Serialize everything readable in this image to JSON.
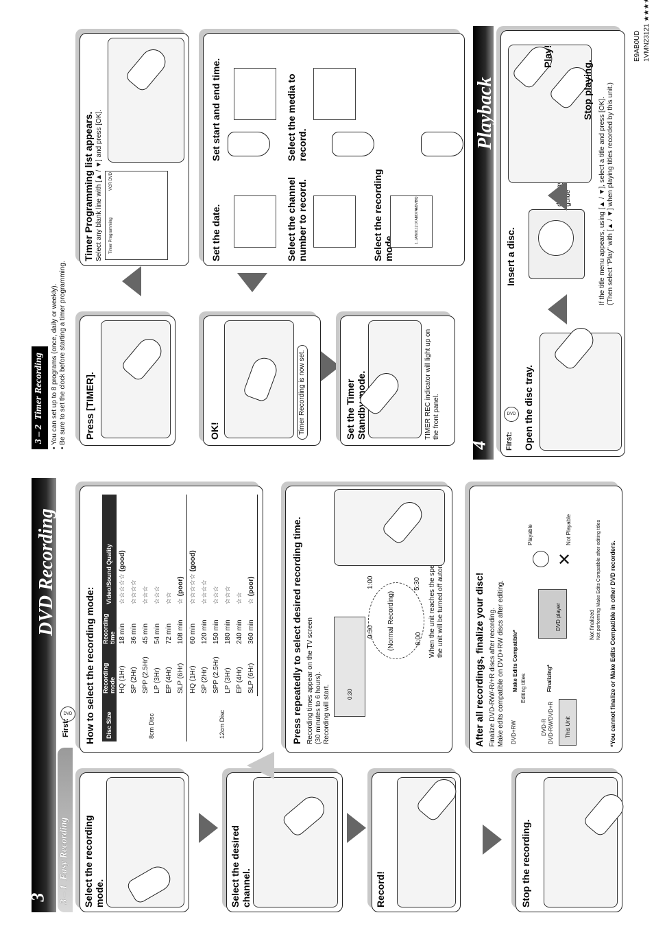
{
  "section3": {
    "number": "3",
    "title": "DVD Recording",
    "sub1_number": "3 – 1",
    "sub1_title": "Easy Recording",
    "first_label": "First:",
    "steps": [
      "Select the recording mode.",
      "Select the desired channel.",
      "Record!",
      "Stop the recording."
    ],
    "howto": {
      "title": "How to select the recording mode:",
      "headers": [
        "Disc Size",
        "Recording mode",
        "Recording time",
        "Video/Sound Quality"
      ],
      "disc_8": "8cm Disc",
      "disc_12": "12cm Disc",
      "rows8": [
        {
          "mode": "HQ  (1Hr)",
          "time": "18 min",
          "quality": "☆☆☆☆☆",
          "note": "(good)"
        },
        {
          "mode": "SP  (2Hr)",
          "time": "36 min",
          "quality": "☆☆☆☆",
          "note": ""
        },
        {
          "mode": "SPP (2.5Hr)",
          "time": "45 min",
          "quality": "☆☆☆",
          "note": ""
        },
        {
          "mode": "LP  (3Hr)",
          "time": "54 min",
          "quality": "☆☆☆",
          "note": ""
        },
        {
          "mode": "EP  (4Hr)",
          "time": "72 min",
          "quality": "☆☆",
          "note": ""
        },
        {
          "mode": "SLP (6Hr)",
          "time": "108 min",
          "quality": "☆",
          "note": "(poor)"
        }
      ],
      "rows12": [
        {
          "mode": "HQ  (1Hr)",
          "time": "60 min",
          "quality": "☆☆☆☆☆",
          "note": "(good)"
        },
        {
          "mode": "SP  (2Hr)",
          "time": "120 min",
          "quality": "☆☆☆☆",
          "note": ""
        },
        {
          "mode": "SPP (2.5Hr)",
          "time": "150 min",
          "quality": "☆☆☆",
          "note": ""
        },
        {
          "mode": "LP  (3Hr)",
          "time": "180 min",
          "quality": "☆☆☆",
          "note": ""
        },
        {
          "mode": "EP  (4Hr)",
          "time": "240 min",
          "quality": "☆☆",
          "note": ""
        },
        {
          "mode": "SLP (6Hr)",
          "time": "360 min",
          "quality": "☆",
          "note": "(poor)"
        }
      ]
    },
    "press": {
      "title": "Press repeatedly to select desired recording time.",
      "line1": "Recording times appear on the TV screen",
      "line2": "(30 minutes to 6 hours).",
      "line3": "Recording will start.",
      "normal": "(Normal Recording)",
      "times": [
        "0:30",
        "1:00",
        "5:30",
        "6:00"
      ],
      "osd": "0:30",
      "note1": "When the unit reaches the specified time,",
      "note2": "the unit will be turned off automatically."
    },
    "finalize": {
      "title": "After all recordings, finalize your disc!",
      "line1": "Finalize DVD-RW/-R/+R discs after recording.",
      "line2": "Make edits compatible on DVD+RW discs after editing.",
      "dvdrw": "DVD+RW",
      "dvdr": "DVD-R",
      "dvdrwr": "DVD-RW/DVD+R",
      "editing": "Editing titles",
      "make_edits": "Make Edits Compatible*",
      "finalizing": "Finalizing*",
      "this_unit": "This Unit",
      "dvd_player": "DVD player",
      "playable": "Playable",
      "not_playable": "Not Playable",
      "not_finalized": "Not finalized",
      "not_performing": "Not performing Make Edits Compatible after editing titles",
      "footnote": "*You cannot finalize or Make Edits Compatible in other DVD recorders."
    }
  },
  "section32": {
    "number": "3 – 2",
    "title": "Timer Recording",
    "bullet1": "You can set up to 8 programs (once, daily or weekly).",
    "bullet2": "Be sure to set the clock before starting a timer programming.",
    "press_timer": "Press [TIMER].",
    "list_title": "Timer Programming list appears.",
    "list_sub": "Select any blank line with [▲ / ▼] and press [OK].",
    "set_date": "Set the date.",
    "set_start_end": "Set start and end time.",
    "select_channel": "Select the channel number to record.",
    "select_media": "Select the media to record.",
    "select_mode": "Select the recording mode.",
    "ok": "OK!",
    "now_set": "Timer Recording is now set.",
    "standby_title": "Set the Timer Standby mode.",
    "standby_note": "TIMER REC indicator will light up on the front panel.",
    "screen": {
      "title": "Timer Programming",
      "vcr_dvd": "VCR DVD",
      "cols": [
        "Date",
        "Start",
        "End",
        "CH",
        "Mode"
      ],
      "row_date": "1. JAN/01",
      "row_start": "12:07AM",
      "row_end": "1:07AM",
      "row_ch": "6",
      "row_media": "DVD",
      "row_mode": "HQ"
    }
  },
  "section4": {
    "number": "4",
    "title": "Playback",
    "first_label": "First:",
    "open_tray": "Open the disc tray.",
    "insert": "Insert a disc.",
    "disc_tray_guide": "disc tray guide",
    "play": "Play!",
    "stop": "Stop playing.",
    "note1": "If the title menu appears, using [▲ / ▼], select a title and press [OK].",
    "note2": "(Then select \"Play\" with [▲ / ▼] when playing titles recorded by this unit.)"
  },
  "codes": {
    "code1": "E9AB0UD",
    "code2": "1VMN23121 ★★★★"
  },
  "colors": {
    "header_bar": "#000000",
    "panel_shadow": "#c9c9c9",
    "arrow": "#666666"
  }
}
